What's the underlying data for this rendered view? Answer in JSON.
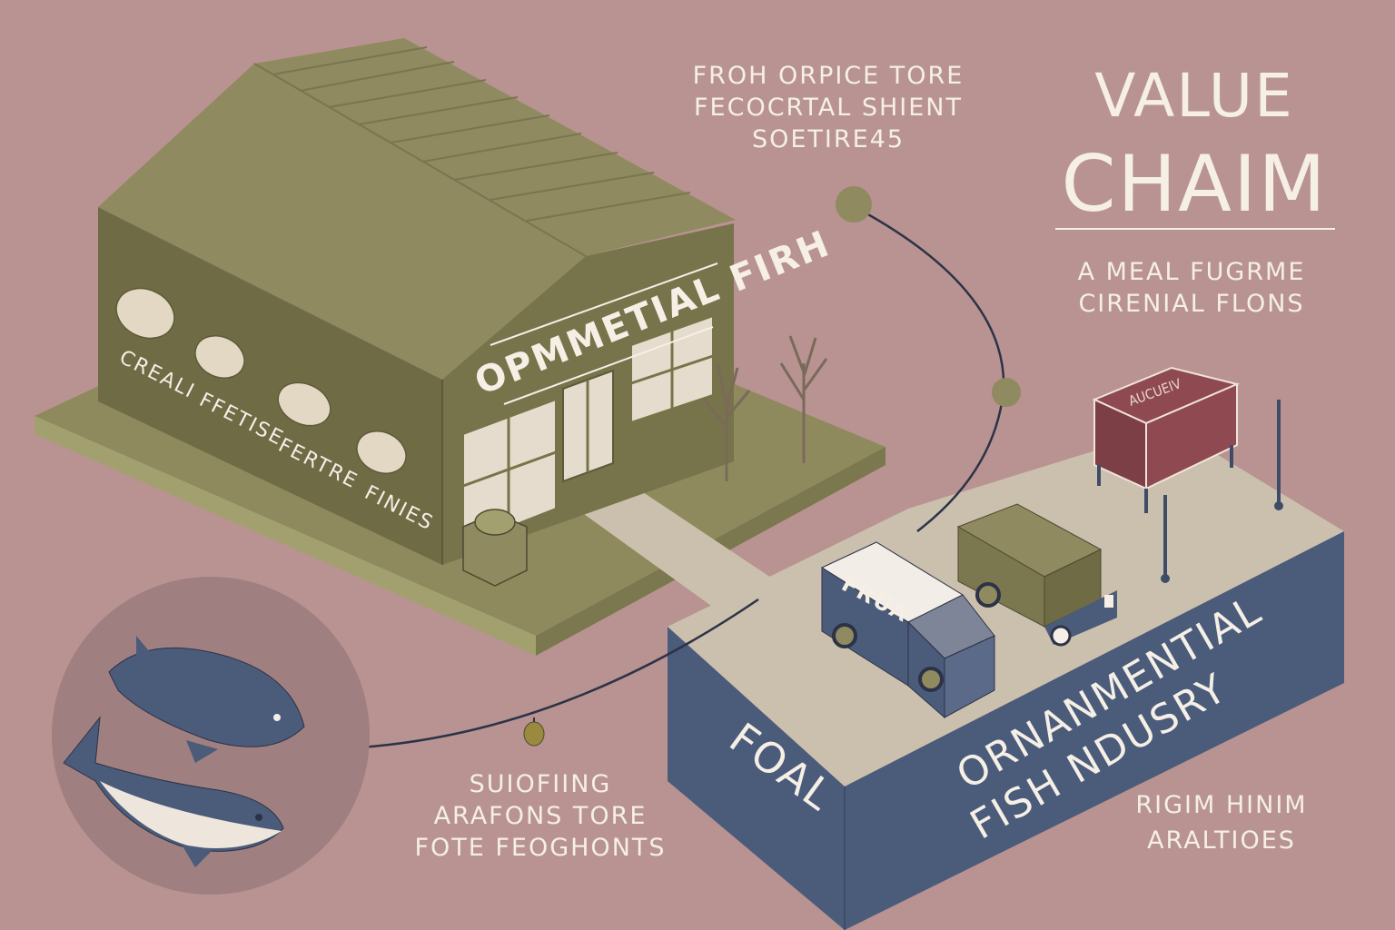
{
  "title": {
    "line1": "VALUE",
    "line2": "CHAIM"
  },
  "subtitle": {
    "line1": "A MEAL FUGRME",
    "line2": "CIRENIAL FLONS"
  },
  "top_caption": {
    "line1": "FROH ORPICE TORE",
    "line2": "FECOCRTAL SHIENT",
    "line3": "SOETIRE45"
  },
  "building": {
    "sign": "OPMMETIAL FIRH",
    "wall_labels": [
      "CREALI",
      "FFETISE",
      "FERTRE",
      "FINIES"
    ]
  },
  "platform": {
    "left_label": "FOAL",
    "right_label_line1": "ORNANMENTIAL",
    "right_label_line2": "FISH NDUSRY",
    "kiosk_label": "AUCUEIV"
  },
  "truck": {
    "label": "FRUA"
  },
  "bottom_left_caption": {
    "line1": "SUIOFIING",
    "line2": "ARAFONS TORE",
    "line3": "FOTE FEOGHONTS"
  },
  "bottom_right_caption": {
    "line1": "RIGIM HINIM",
    "line2": "ARALTIOES"
  },
  "colors": {
    "background": "#b89391",
    "olive_wall": "#6f6b45",
    "olive_roof": "#8f8a60",
    "platform_blue": "#4b5b7a",
    "paving": "#cbbfae",
    "kiosk_red": "#8e4a50",
    "text_cream": "#f5efe6"
  }
}
